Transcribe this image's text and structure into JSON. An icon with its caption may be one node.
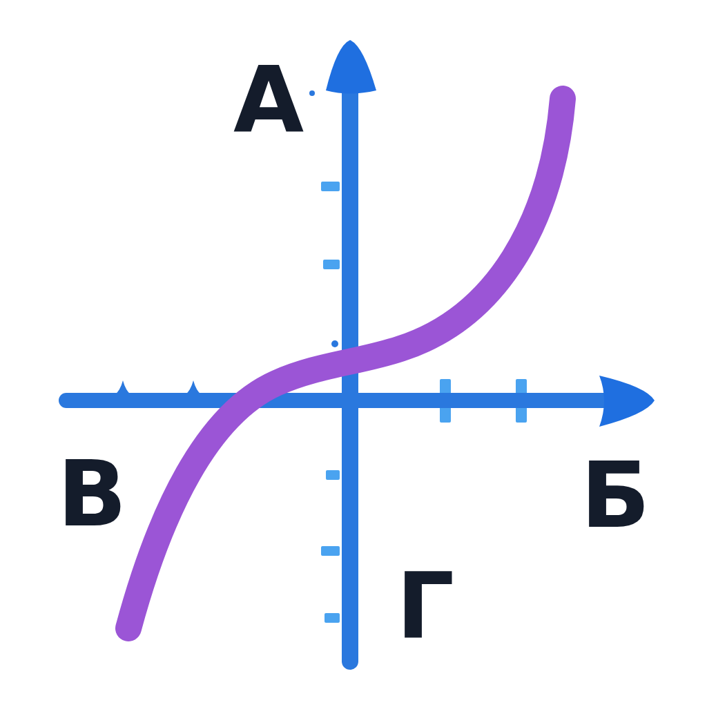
{
  "diagram": {
    "labels": [
      "А",
      "В",
      "Б",
      "Г"
    ]
  }
}
